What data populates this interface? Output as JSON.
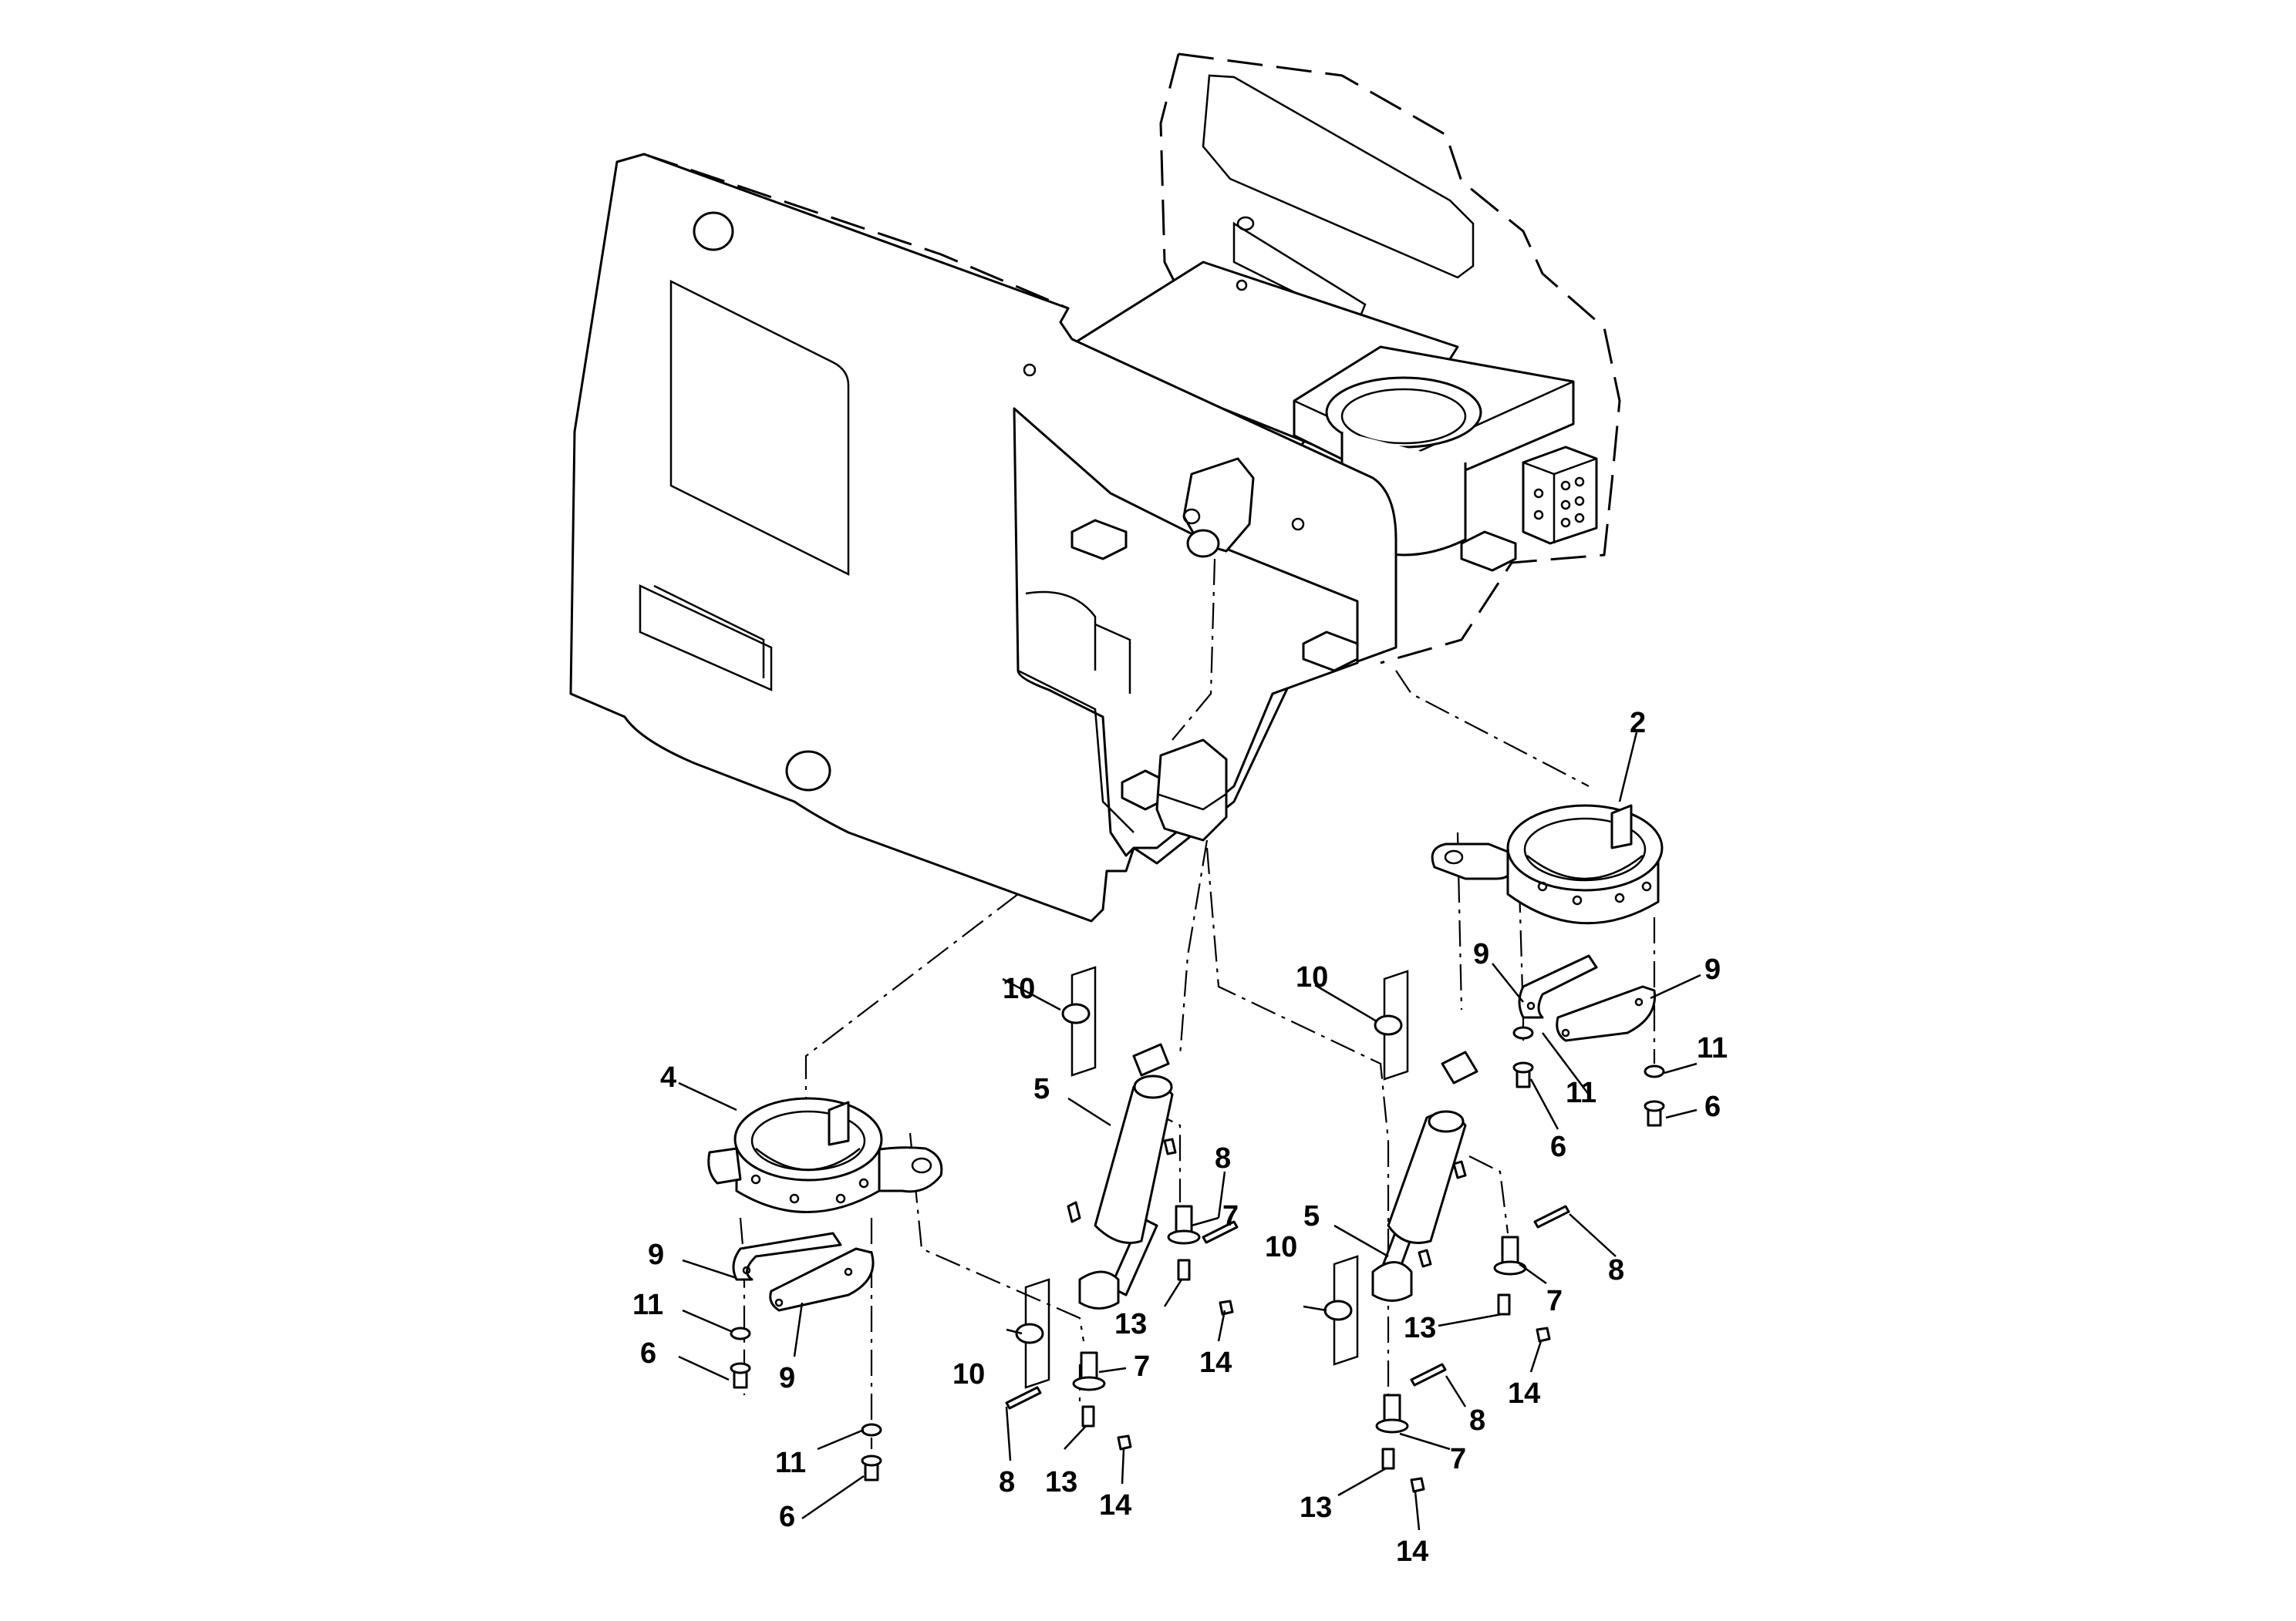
{
  "diagram": {
    "callouts": {
      "c2": "2",
      "c4": "4",
      "c5a": "5",
      "c5b": "5",
      "c6a": "6",
      "c6b": "6",
      "c6c": "6",
      "c6d": "6",
      "c7a": "7",
      "c7b": "7",
      "c7c": "7",
      "c7d": "7",
      "c8a": "8",
      "c8b": "8",
      "c8c": "8",
      "c8d": "8",
      "c9a": "9",
      "c9b": "9",
      "c9c": "9",
      "c9d": "9",
      "c10a": "10",
      "c10b": "10",
      "c10c": "10",
      "c10d": "10",
      "c11a": "11",
      "c11b": "11",
      "c11c": "11",
      "c11d": "11",
      "c13a": "13",
      "c13b": "13",
      "c13c": "13",
      "c13d": "13",
      "c14a": "14",
      "c14b": "14",
      "c14c": "14",
      "c14d": "14"
    }
  }
}
